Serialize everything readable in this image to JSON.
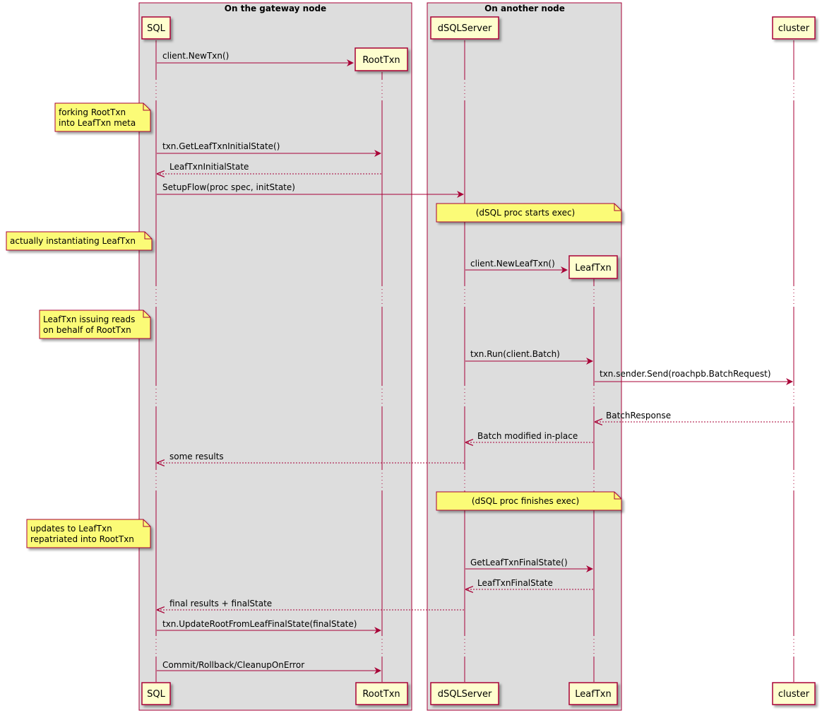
{
  "boxes": [
    {
      "id": "gateway",
      "title": "On the gateway node"
    },
    {
      "id": "another",
      "title": "On another node"
    }
  ],
  "participants": [
    {
      "id": "sql",
      "name": "SQL"
    },
    {
      "id": "roottxn",
      "name": "RootTxn"
    },
    {
      "id": "dsqlserver",
      "name": "dSQLServer"
    },
    {
      "id": "leaftxn",
      "name": "LeafTxn"
    },
    {
      "id": "cluster",
      "name": "cluster"
    }
  ],
  "messages": [
    {
      "id": "m1",
      "text": "client.NewTxn()",
      "from": "sql",
      "to": "roottxn",
      "style": "solid"
    },
    {
      "id": "m2",
      "text": "txn.GetLeafTxnInitialState()",
      "from": "sql",
      "to": "roottxn",
      "style": "solid"
    },
    {
      "id": "m3",
      "text": "LeafTxnInitialState",
      "from": "roottxn",
      "to": "sql",
      "style": "dashed"
    },
    {
      "id": "m4",
      "text": "SetupFlow(proc spec, initState)",
      "from": "sql",
      "to": "dsqlserver",
      "style": "solid"
    },
    {
      "id": "m5",
      "text": "client.NewLeafTxn()",
      "from": "dsqlserver",
      "to": "leaftxn",
      "style": "solid"
    },
    {
      "id": "m6",
      "text": "txn.Run(client.Batch)",
      "from": "dsqlserver",
      "to": "leaftxn",
      "style": "solid"
    },
    {
      "id": "m7",
      "text": "txn.sender.Send(roachpb.BatchRequest)",
      "from": "leaftxn",
      "to": "cluster",
      "style": "solid"
    },
    {
      "id": "m8",
      "text": "BatchResponse",
      "from": "cluster",
      "to": "leaftxn",
      "style": "dashed"
    },
    {
      "id": "m9",
      "text": "Batch modified in-place",
      "from": "leaftxn",
      "to": "dsqlserver",
      "style": "dashed"
    },
    {
      "id": "m10",
      "text": "some results",
      "from": "dsqlserver",
      "to": "sql",
      "style": "dashed"
    },
    {
      "id": "m11",
      "text": "GetLeafTxnFinalState()",
      "from": "dsqlserver",
      "to": "leaftxn",
      "style": "solid"
    },
    {
      "id": "m12",
      "text": "LeafTxnFinalState",
      "from": "leaftxn",
      "to": "dsqlserver",
      "style": "dashed"
    },
    {
      "id": "m13",
      "text": "final results + finalState",
      "from": "dsqlserver",
      "to": "sql",
      "style": "dashed"
    },
    {
      "id": "m14",
      "text": "txn.UpdateRootFromLeafFinalState(finalState)",
      "from": "sql",
      "to": "roottxn",
      "style": "solid"
    },
    {
      "id": "m15",
      "text": "Commit/Rollback/CleanupOnError",
      "from": "sql",
      "to": "roottxn",
      "style": "solid"
    }
  ],
  "notes": [
    {
      "id": "n1",
      "lines": [
        "forking RootTxn",
        "into LeafTxn meta"
      ]
    },
    {
      "id": "n2",
      "lines": [
        "(dSQL proc starts exec)"
      ]
    },
    {
      "id": "n3",
      "lines": [
        "actually instantiating LeafTxn"
      ]
    },
    {
      "id": "n4",
      "lines": [
        "LeafTxn issuing reads",
        "on behalf of RootTxn"
      ]
    },
    {
      "id": "n5",
      "lines": [
        "(dSQL proc finishes exec)"
      ]
    },
    {
      "id": "n6",
      "lines": [
        "updates to LeafTxn",
        "repatriated into RootTxn"
      ]
    }
  ],
  "colors": {
    "box_fill": "#dddddd",
    "border": "#a80036",
    "participant_fill": "#fefece",
    "note_fill": "#fbfb77",
    "note_border": "#a80036"
  }
}
